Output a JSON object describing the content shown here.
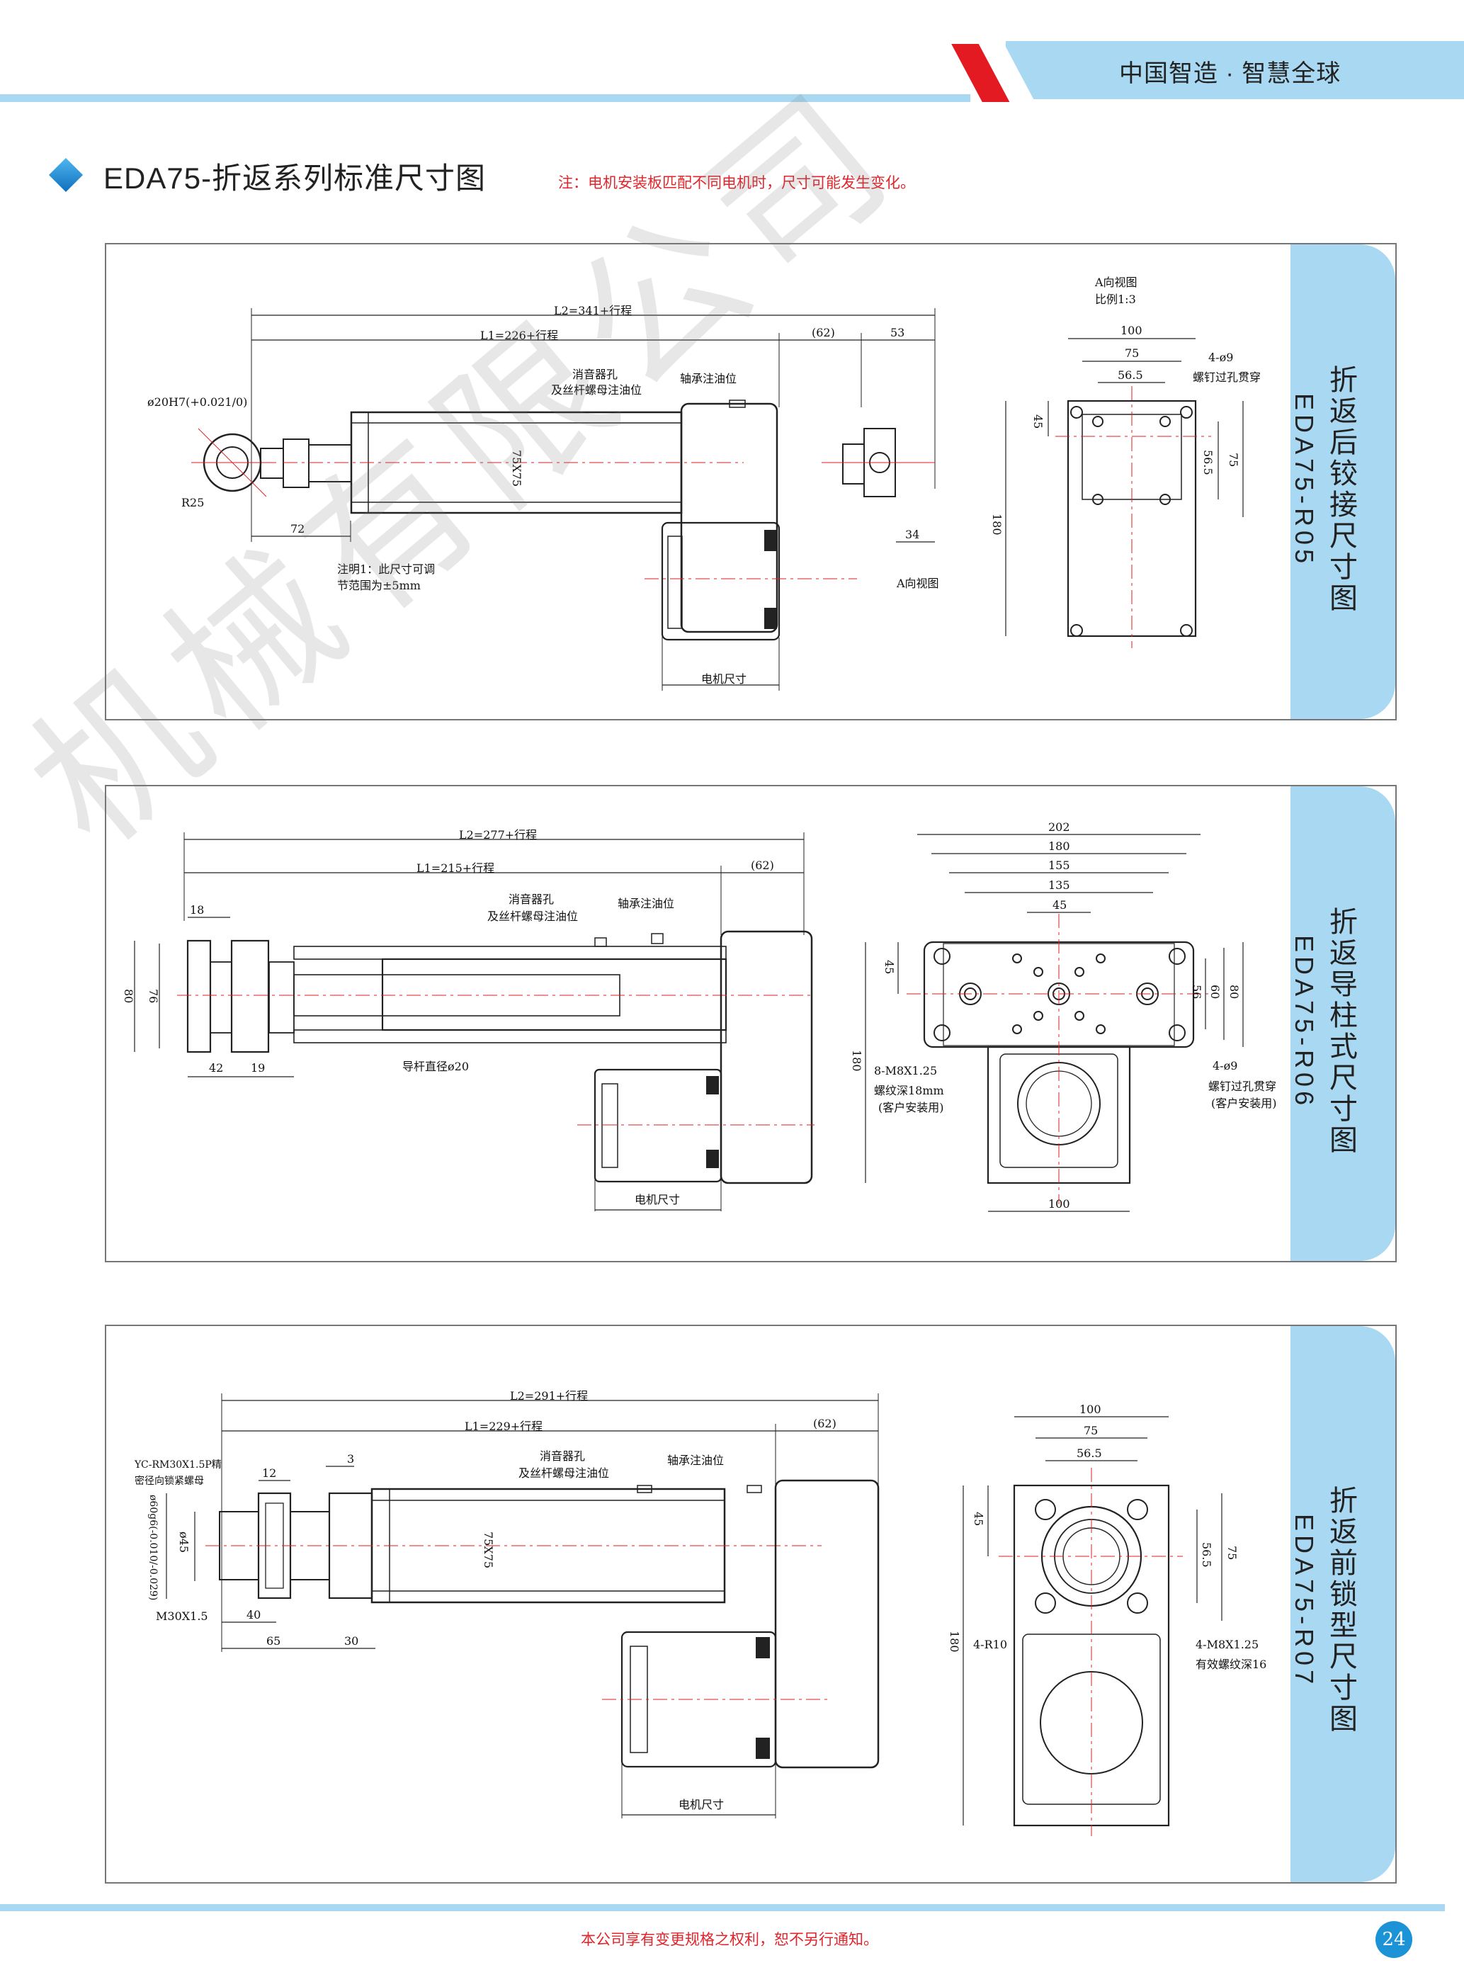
{
  "header": {
    "slogan": "中国智造 · 智慧全球"
  },
  "title": "EDA75-折返系列标准尺寸图",
  "note": "注：电机安装板匹配不同电机时，尺寸可能发生变化。",
  "watermark": "机械有限公司",
  "panels": [
    {
      "tab_title": "折返后铰接尺寸图",
      "tab_code": "EDA75-R05",
      "dims": {
        "l2": "L2=341+行程",
        "l1": "L1=226+行程",
        "d62": "(62)",
        "d53": "53",
        "hole": "ø20H7(+0.021/0)",
        "r25": "R25",
        "d72": "72",
        "note1": "注明1：此尺寸可调",
        "note2": "节范围为±5mm",
        "silencer1": "消音器孔",
        "silencer2": "及丝杆螺母注油位",
        "bearing": "轴承注油位",
        "section": "75X75",
        "d34": "34",
        "a_view_arrow": "A向视图",
        "motor": "电机尺寸",
        "a_view": "A向视图",
        "scale": "比例1:3",
        "w100": "100",
        "w75": "75",
        "w56": "56.5",
        "h45": "45",
        "h180": "180",
        "h56": "56.5",
        "h75": "75",
        "holes1": "4-ø9",
        "holes2": "螺钉过孔贯穿"
      }
    },
    {
      "tab_title": "折返导柱式尺寸图",
      "tab_code": "EDA75-R06",
      "dims": {
        "l2": "L2=277+行程",
        "l1": "L1=215+行程",
        "d62": "(62)",
        "d18": "18",
        "h80": "80",
        "h76": "76",
        "d42": "42",
        "d19": "19",
        "guide": "导杆直径ø20",
        "silencer1": "消音器孔",
        "silencer2": "及丝杆螺母注油位",
        "bearing": "轴承注油位",
        "motor": "电机尺寸",
        "w202": "202",
        "w180": "180",
        "w155": "155",
        "w135": "135",
        "w45": "45",
        "h45": "45",
        "h180": "180",
        "h56": "56",
        "h60": "60",
        "h80b": "80",
        "w100": "100",
        "tap1": "8-M8X1.25",
        "tap2": "螺纹深18mm",
        "tap3": "(客户安装用)",
        "holes1": "4-ø9",
        "holes2": "螺钉过孔贯穿",
        "holes3": "(客户安装用)"
      }
    },
    {
      "tab_title": "折返前锁型尺寸图",
      "tab_code": "EDA75-R07",
      "dims": {
        "l2": "L2=291+行程",
        "l1": "L1=229+行程",
        "d62": "(62)",
        "nut1": "YC-RM30X1.5P精",
        "nut2": "密径向锁紧螺母",
        "d12": "12",
        "d3": "3",
        "phi60": "ø60g6(-0.010/-0.029)",
        "phi45": "ø45",
        "m30": "M30X1.5",
        "d40": "40",
        "d65": "65",
        "d30": "30",
        "silencer1": "消音器孔",
        "silencer2": "及丝杆螺母注油位",
        "bearing": "轴承注油位",
        "section": "75X75",
        "motor": "电机尺寸",
        "w100": "100",
        "w75": "75",
        "w56": "56.5",
        "h45": "45",
        "h180": "180",
        "h56": "56.5",
        "h75": "75",
        "r10": "4-R10",
        "tap1": "4-M8X1.25",
        "tap2": "有效螺纹深16"
      }
    }
  ],
  "footer": "本公司享有变更规格之权利，恕不另行通知。",
  "page_number": "24",
  "colors": {
    "accent": "#a9d9f2",
    "red": "#e0252b",
    "badge": "#1b93d6"
  }
}
